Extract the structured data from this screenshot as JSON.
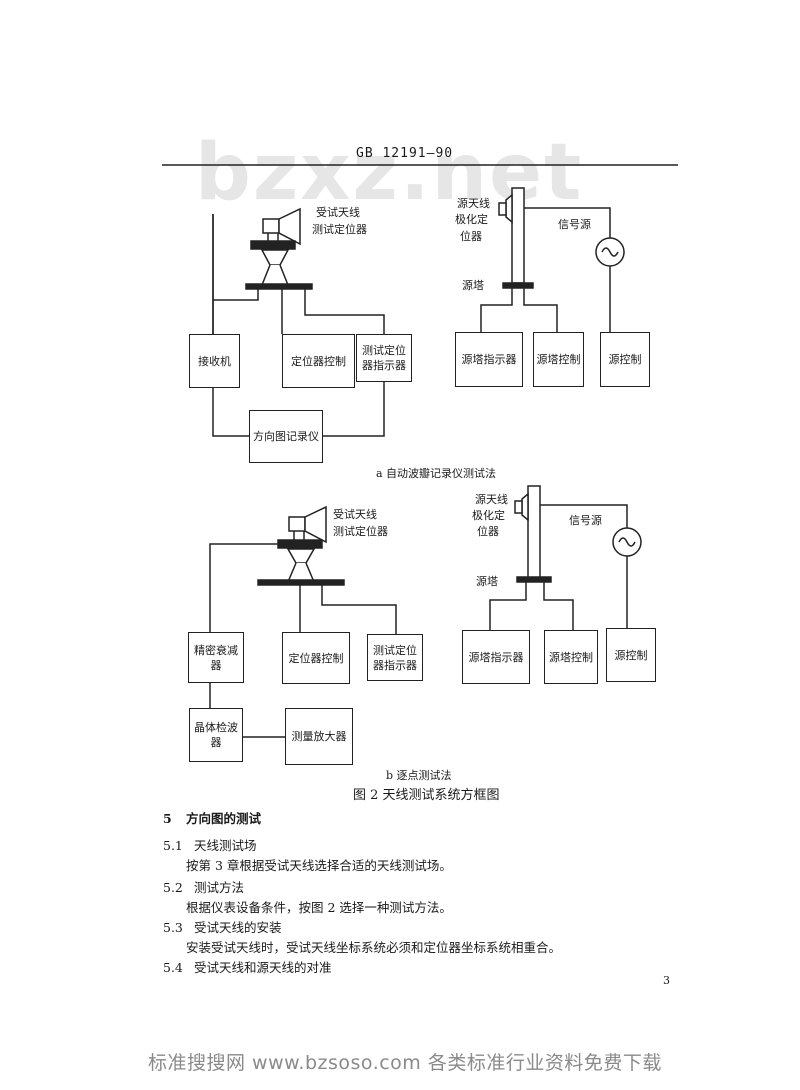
{
  "header": {
    "standard": "GB 12191—90",
    "watermark": "bzxz.net"
  },
  "fig_a": {
    "antenna_label_1": "受试天线",
    "antenna_label_2": "测试定位器",
    "source_label_1": "源天线",
    "source_label_2": "极化定",
    "source_label_3": "位器",
    "signal_source": "信号源",
    "source_tower": "源塔",
    "receiver": "接收机",
    "positioner_control": "定位器控制",
    "positioner_indicator_1": "测试定位",
    "positioner_indicator_2": "器指示器",
    "recorder": "方向图记录仪",
    "tower_indicator": "源塔指示器",
    "tower_control": "源塔控制",
    "source_control": "源控制",
    "caption": "a  自动波瓣记录仪测试法"
  },
  "fig_b": {
    "antenna_label_1": "受试天线",
    "antenna_label_2": "测试定位器",
    "source_label_1": "源天线",
    "source_label_2": "极化定",
    "source_label_3": "位器",
    "signal_source": "信号源",
    "source_tower": "源塔",
    "attenuator": "精密衰减器",
    "positioner_control": "定位器控制",
    "positioner_indicator_1": "测试定位",
    "positioner_indicator_2": "器指示器",
    "detector": "晶体检波器",
    "amplifier": "测量放大器",
    "tower_indicator": "源塔指示器",
    "tower_control": "源塔控制",
    "source_control": "源控制",
    "caption": "b  逐点测试法"
  },
  "figure_title": "图 2   天线测试系统方框图",
  "sections": [
    {
      "num": "5",
      "title": "方向图的测试"
    },
    {
      "num": "5.1",
      "title": "天线测试场",
      "body": "按第 3 章根据受试天线选择合适的天线测试场。"
    },
    {
      "num": "5.2",
      "title": "测试方法",
      "body": "根据仪表设备条件，按图 2 选择一种测试方法。"
    },
    {
      "num": "5.3",
      "title": "受试天线的安装",
      "body": "安装受试天线时，受试天线坐标系统必须和定位器坐标系统相重合。"
    },
    {
      "num": "5.4",
      "title": "受试天线和源天线的对准"
    }
  ],
  "page_number": "3",
  "footer": "标准搜搜网 www.bzsoso.com 各类标准行业资料免费下载"
}
